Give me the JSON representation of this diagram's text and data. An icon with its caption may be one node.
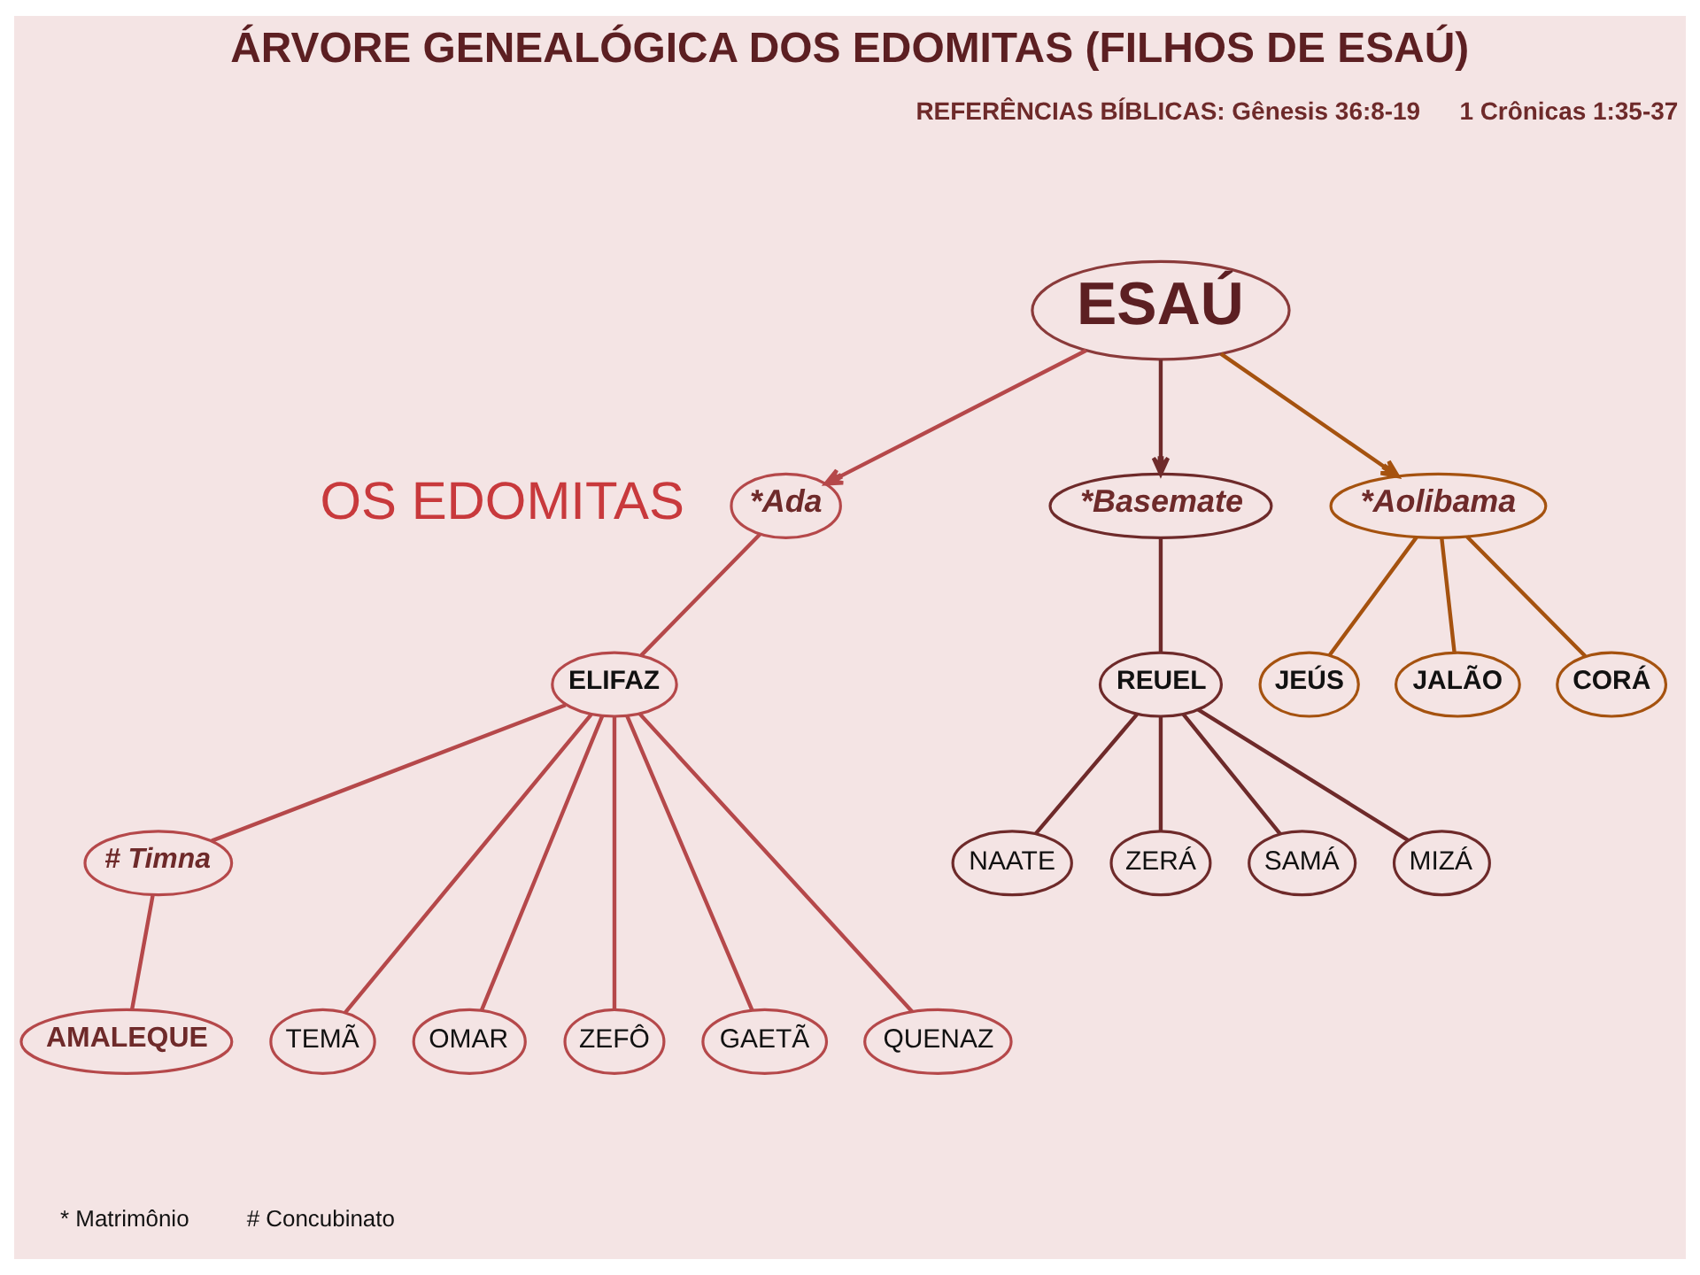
{
  "diagram": {
    "title": "ÁRVORE GENEALÓGICA DOS EDOMITAS (FILHOS DE ESAÚ)",
    "nodes": [
      {
        "text": [
          "ESAÚ"
        ]
      },
      {
        "text": [
          "*Ada"
        ]
      },
      {
        "text": [
          "*Basemate"
        ]
      },
      {
        "text": [
          "*Aolibama"
        ]
      },
      {
        "text": [
          "ELIFAZ"
        ]
      },
      {
        "text": [
          "REUEL"
        ]
      },
      {
        "text": [
          "JEÚS"
        ]
      },
      {
        "text": [
          "JALÃO"
        ]
      },
      {
        "text": [
          "CORÁ"
        ]
      },
      {
        "text": [
          "# Timna"
        ]
      },
      {
        "text": [
          "AMALEQUE"
        ]
      },
      {
        "text": [
          "NAATE"
        ]
      },
      {
        "text": [
          "ZERÁ"
        ]
      },
      {
        "text": [
          "SAMÁ"
        ]
      },
      {
        "text": [
          "MIZÁ"
        ]
      },
      {
        "text": [
          "TEMÃ"
        ]
      },
      {
        "text": [
          "OMAR"
        ]
      },
      {
        "text": [
          "ZEFÔ"
        ]
      },
      {
        "text": [
          "GAETÃ"
        ]
      },
      {
        "text": [
          "QUENAZ"
        ]
      }
    ],
    "edges": [
      {
        "from": 0,
        "to": 1,
        "arrow": "to"
      },
      {
        "from": 0,
        "to": 2,
        "arrow": "to",
        "color": "#6e2a2a"
      },
      {
        "from": 0,
        "to": 3,
        "arrow": "to",
        "color": "#a5520f"
      },
      {
        "from": 1,
        "to": 4,
        "arrow": "none"
      },
      {
        "from": 2,
        "to": 5,
        "arrow": "none",
        "color": "#6e2a2a"
      },
      {
        "from": 3,
        "to": 6,
        "arrow": "none",
        "color": "#a5520f"
      },
      {
        "from": 3,
        "to": 7,
        "arrow": "none",
        "color": "#a5520f"
      },
      {
        "from": 3,
        "to": 8,
        "arrow": "none",
        "color": "#a5520f"
      },
      {
        "from": 4,
        "to": 9,
        "arrow": "none"
      },
      {
        "from": 9,
        "to": 10,
        "arrow": "none"
      },
      {
        "from": 5,
        "to": 11,
        "arrow": "none",
        "color": "#6e2a2a"
      },
      {
        "from": 5,
        "to": 12,
        "arrow": "none",
        "color": "#6e2a2a"
      },
      {
        "from": 5,
        "to": 13,
        "arrow": "none",
        "color": "#6e2a2a"
      },
      {
        "from": 5,
        "to": 14,
        "arrow": "none",
        "color": "#6e2a2a"
      },
      {
        "from": 4,
        "to": 15,
        "arrow": "none"
      },
      {
        "from": 4,
        "to": 16,
        "arrow": "none"
      },
      {
        "from": 4,
        "to": 17,
        "arrow": "none"
      },
      {
        "from": 4,
        "to": 18,
        "arrow": "none"
      },
      {
        "from": 4,
        "to": 19,
        "arrow": "none"
      }
    ],
    "labels": [
      "REFERÊNCIAS BÍBLICAS: Gênesis 36:8-19",
      "1 Crônicas 1:35-37",
      "OS EDOMITAS"
    ],
    "legend": [
      {
        "text": "* Matrimônio"
      },
      {
        "text": "# Concubinato"
      }
    ]
  }
}
